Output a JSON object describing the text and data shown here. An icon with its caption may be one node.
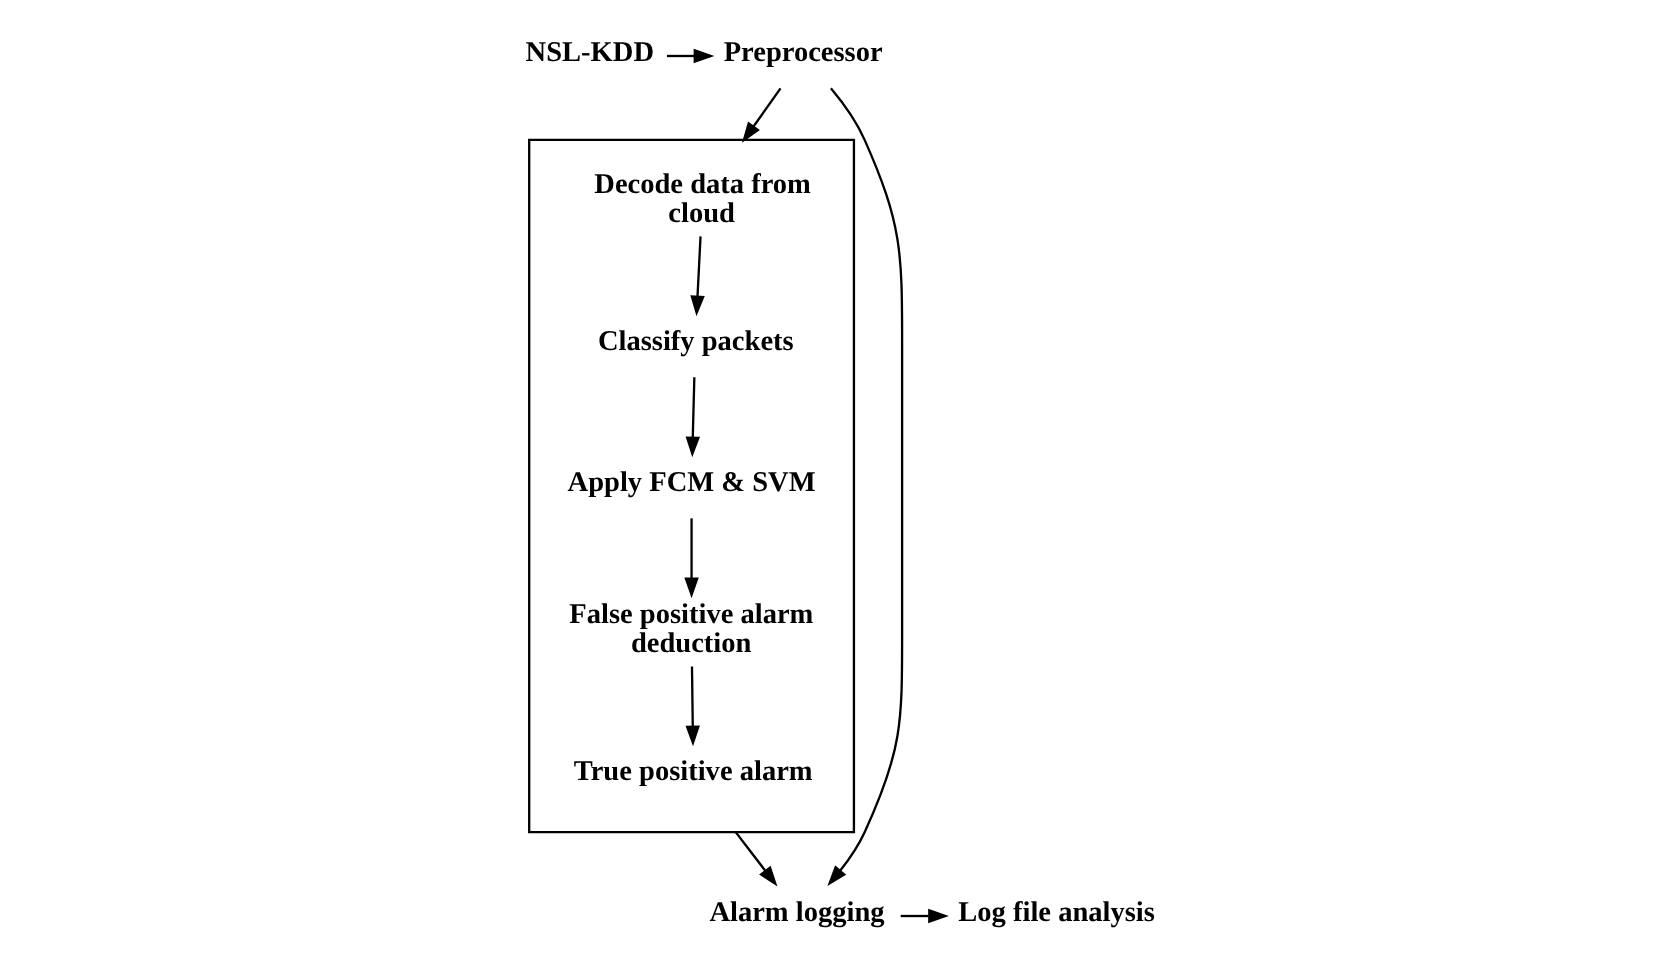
{
  "diagram": {
    "nodes": [
      {
        "text": [
          "NSL-KDD"
        ]
      },
      {
        "text": [
          "Preprocessor"
        ]
      },
      {
        "text": [],
        "shape": "box"
      },
      {
        "text": [
          "Decode data from cloud"
        ],
        "in": 2
      },
      {
        "text": [
          "Classify packets"
        ],
        "in": 2
      },
      {
        "text": [
          "Apply FCM & SVM"
        ],
        "in": 2
      },
      {
        "text": [
          "False positive alarm deduction"
        ],
        "in": 2
      },
      {
        "text": [
          "True positive alarm"
        ],
        "in": 2
      },
      {
        "text": [
          "Alarm logging"
        ]
      },
      {
        "text": [
          "Log file analysis"
        ]
      }
    ],
    "edges": [
      {
        "from": 0,
        "to": 1,
        "arrow": "to"
      },
      {
        "from": 1,
        "to": 2,
        "arrow": "to"
      },
      {
        "from": 3,
        "to": 4,
        "arrow": "to"
      },
      {
        "from": 4,
        "to": 5,
        "arrow": "to"
      },
      {
        "from": 5,
        "to": 6,
        "arrow": "to"
      },
      {
        "from": 6,
        "to": 7,
        "arrow": "to"
      },
      {
        "from": 2,
        "to": 8,
        "arrow": "to"
      },
      {
        "from": 1,
        "to": 8,
        "arrow": "to"
      },
      {
        "from": 8,
        "to": 9,
        "arrow": "to"
      }
    ]
  }
}
